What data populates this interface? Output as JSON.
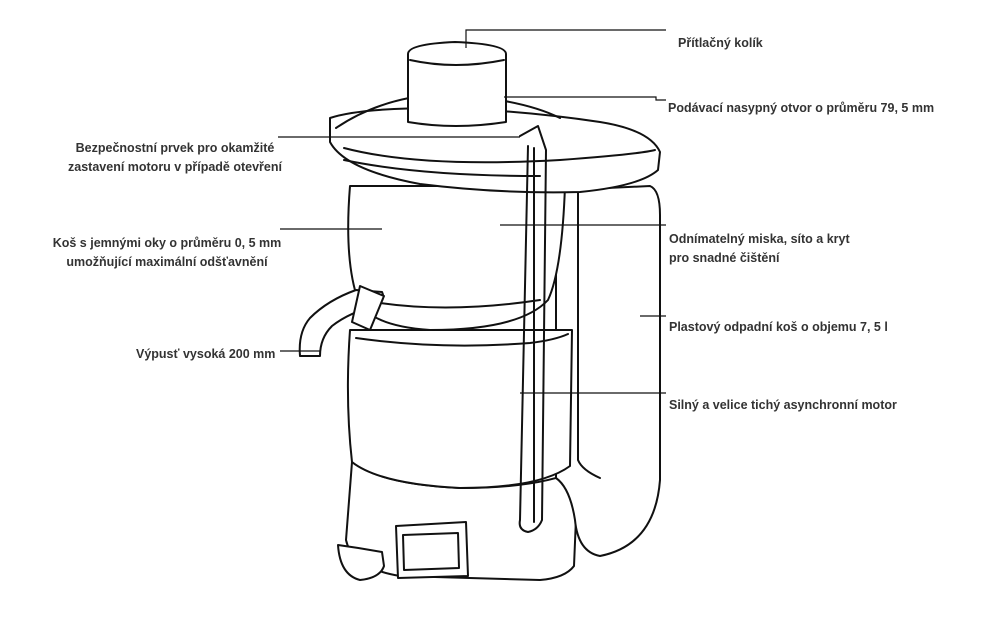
{
  "labels": {
    "pusher": "Přítlačný kolík",
    "feed_tube": "Podávací nasypný otvor o průměru 79, 5 mm",
    "safety_1": "Bezpečnostní prvek pro okamžité",
    "safety_2": "zastavení motoru v případě otevření",
    "basket_1": "Koš s jemnými oky o průměru 0, 5 mm",
    "basket_2": "umožňující maximální odšťavnění",
    "removable_1": "Odnímatelný miska, síto a kryt",
    "removable_2": "pro snadné čištění",
    "spout": "Výpusť vysoká 200 mm",
    "waste_bin": "Plastový odpadní koš o objemu 7, 5 l",
    "motor": "Silný a velice tichý asynchronní motor"
  },
  "colors": {
    "line": "#111111",
    "text": "#333333",
    "background": "#ffffff"
  }
}
